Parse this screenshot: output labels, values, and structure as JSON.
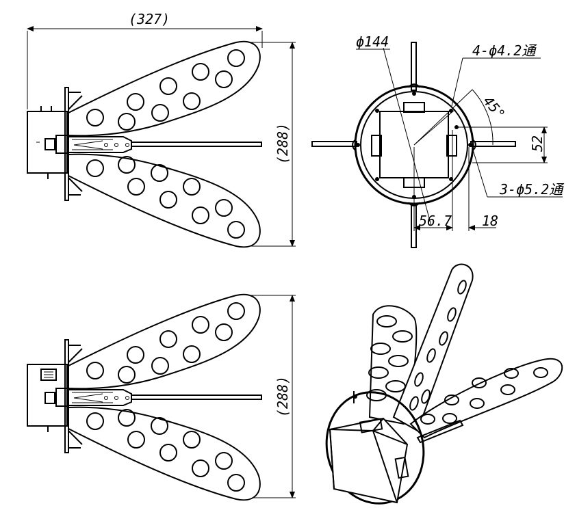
{
  "dimensions": {
    "overall_width": "(327)",
    "overall_height_top": "(288)",
    "overall_height_bottom": "(288)",
    "diameter_outer": "ϕ144",
    "mount_holes": "4-ϕ4.2通",
    "angle": "45°",
    "offset_52": "52",
    "side_holes": "3-ϕ5.2通",
    "dist_56_7": "56.7",
    "dist_18": "18"
  }
}
